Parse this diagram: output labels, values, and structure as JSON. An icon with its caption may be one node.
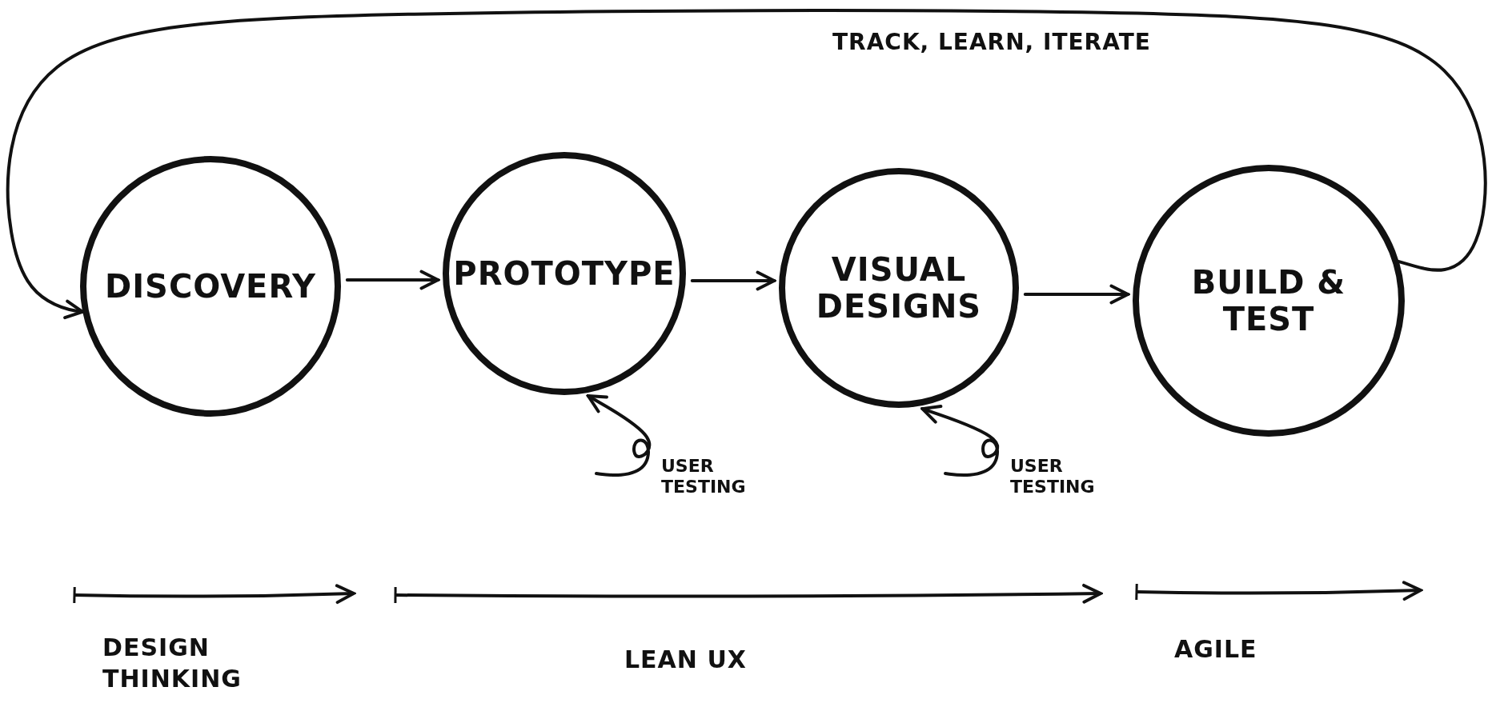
{
  "diagram": {
    "nodes": [
      {
        "text": [
          "DISCOVERY"
        ]
      },
      {
        "text": [
          "PROTOTYPE"
        ]
      },
      {
        "text": [
          "VISUAL DESIGNS"
        ]
      },
      {
        "text": [
          "BUILD & TEST"
        ]
      },
      {
        "text": [
          "USER TESTING"
        ]
      },
      {
        "text": [
          "USER TESTING"
        ]
      }
    ],
    "edges": [
      {
        "from": 0,
        "to": 1,
        "arrow": "to"
      },
      {
        "from": 1,
        "to": 2,
        "arrow": "to"
      },
      {
        "from": 2,
        "to": 3,
        "arrow": "to"
      },
      {
        "from": 3,
        "to": 0,
        "arrow": "to",
        "label": "TRACK, LEARN, ITERATE"
      },
      {
        "from": 4,
        "to": 1,
        "arrow": "to"
      },
      {
        "from": 5,
        "to": 2,
        "arrow": "to"
      }
    ],
    "labels": [
      "DESIGN THINKING",
      "LEAN UX",
      "AGILE"
    ]
  }
}
